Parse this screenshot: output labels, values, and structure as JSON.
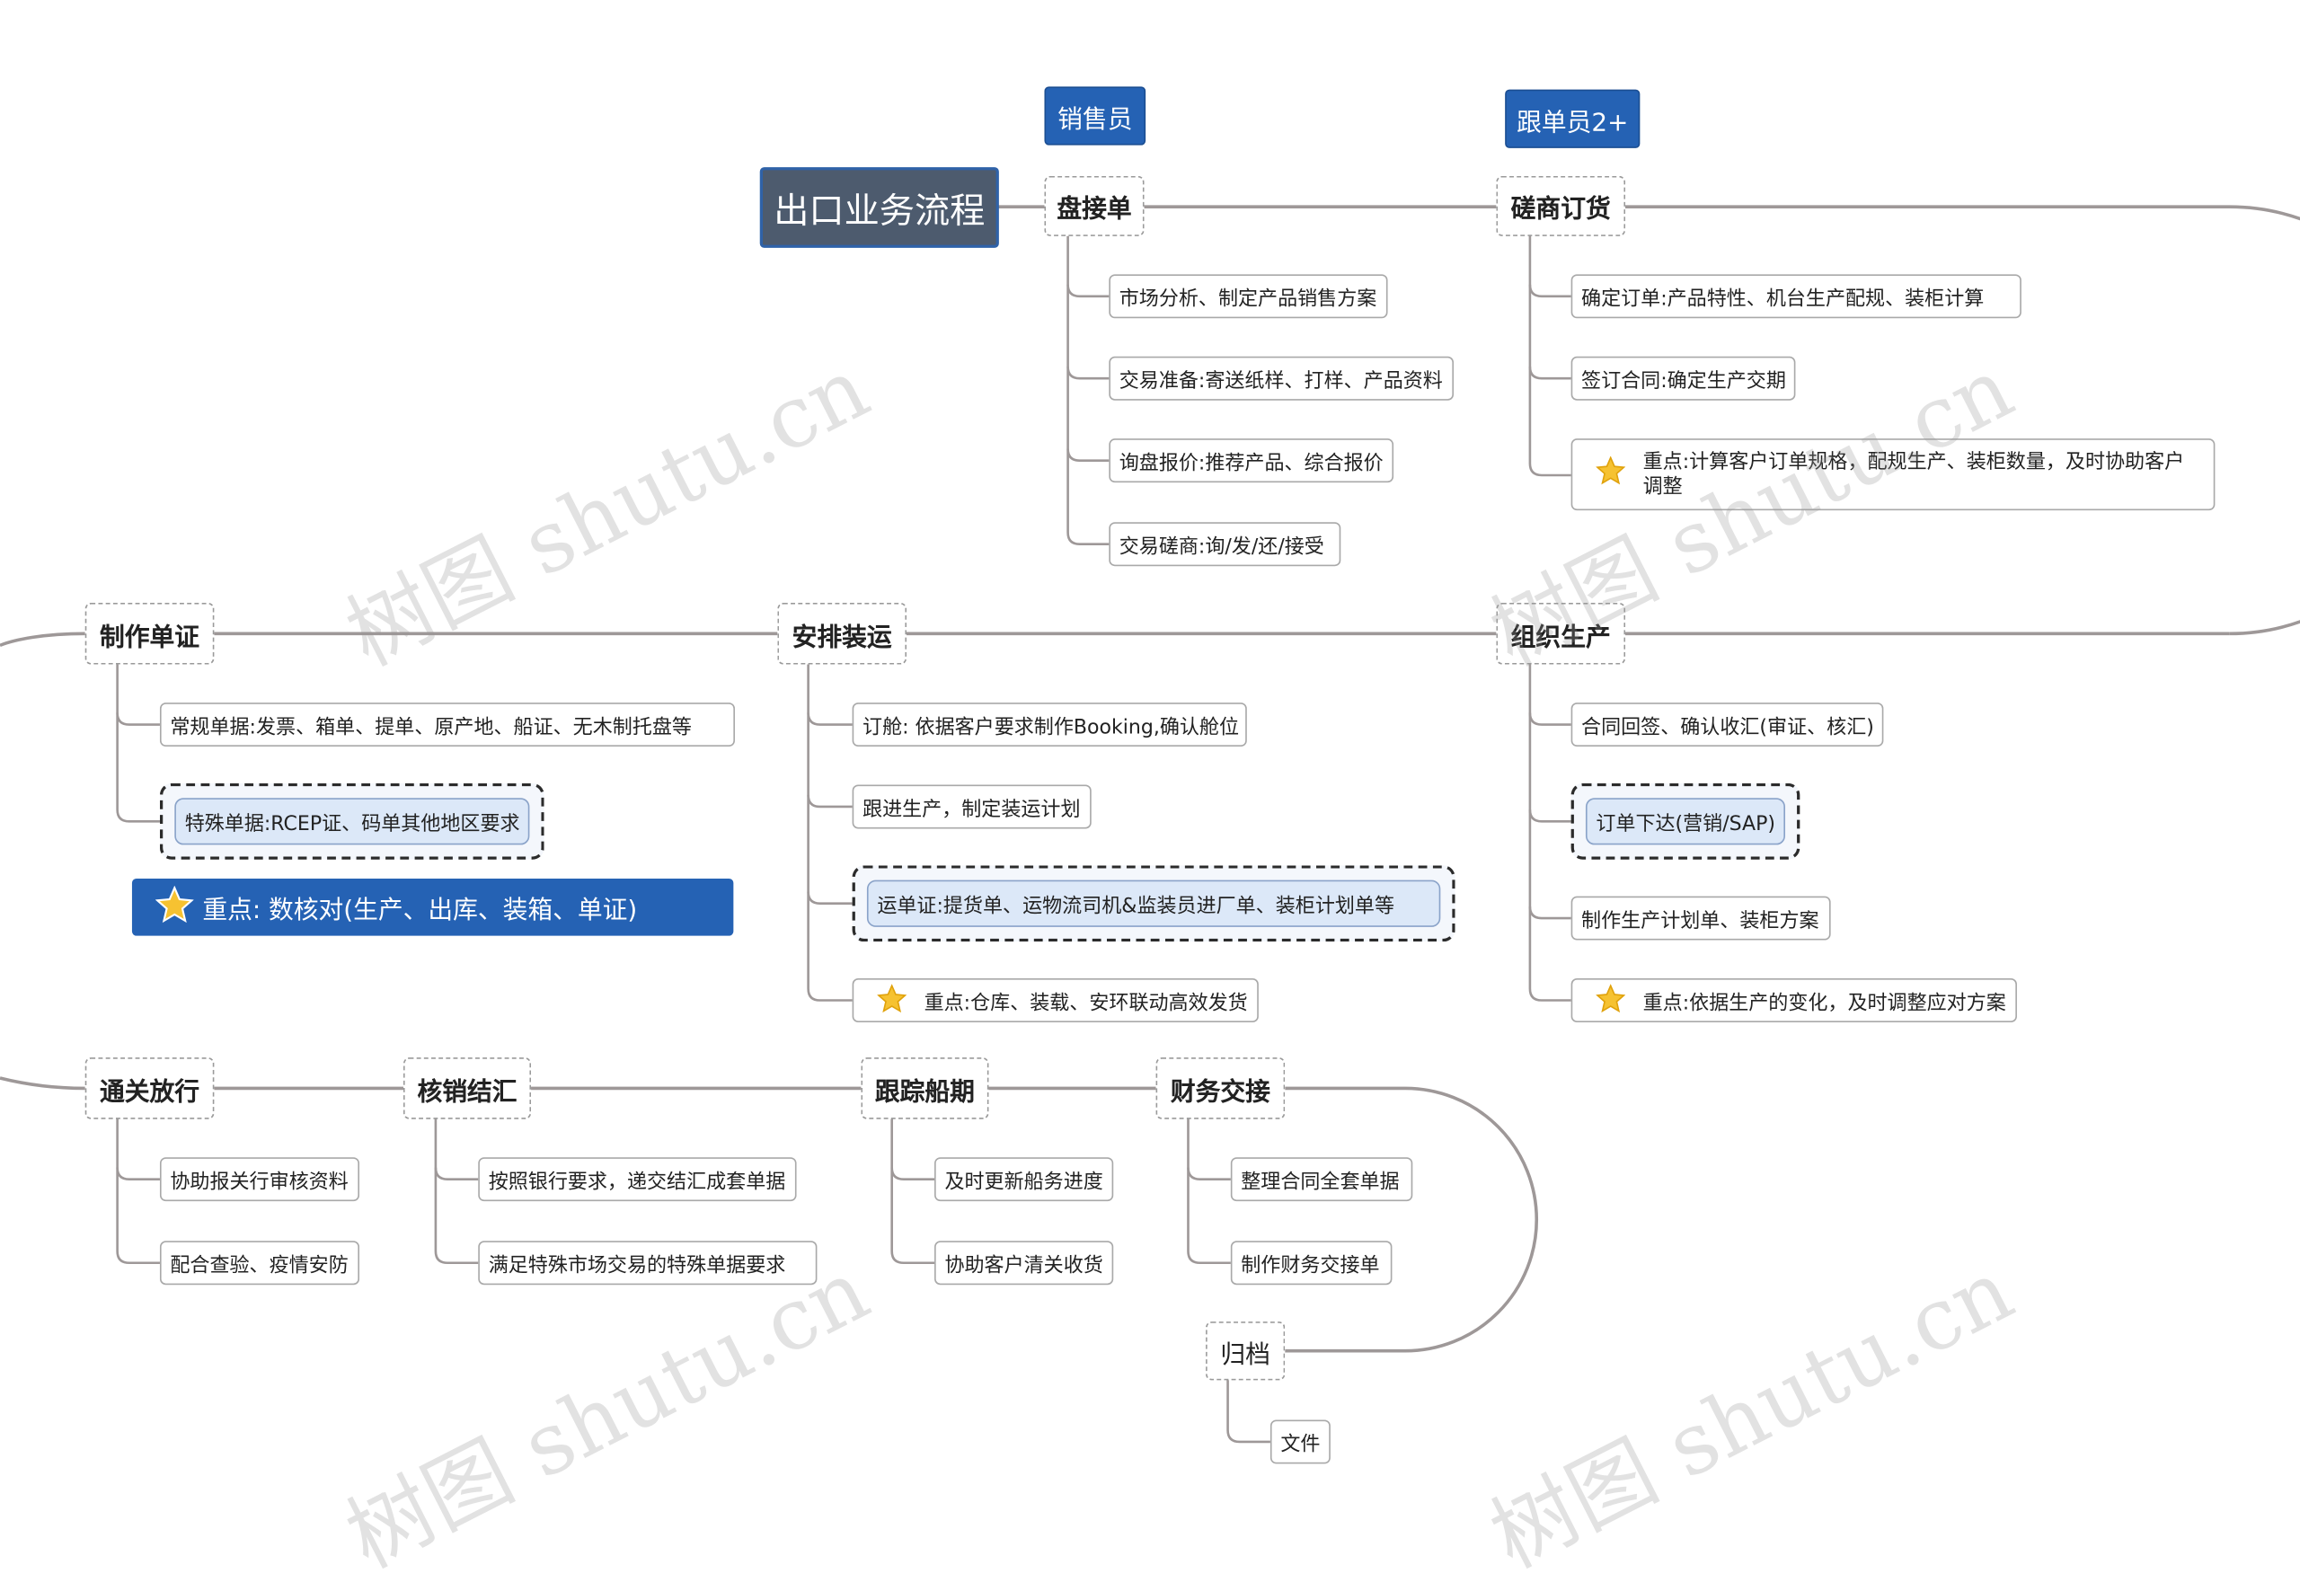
{
  "root": "出口业务流程",
  "roles": {
    "sales": "销售员",
    "follow": "跟单员2+"
  },
  "stages": {
    "s1": {
      "title": "盘接单",
      "items": [
        "市场分析、制定产品销售方案",
        "交易准备:寄送纸样、打样、产品资料",
        "询盘报价:推荐产品、综合报价",
        "交易磋商:询/发/还/接受"
      ]
    },
    "s2": {
      "title": "磋商订货",
      "items": [
        "确定订单:产品特性、机台生产配规、装柜计算",
        "签订合同:确定生产交期"
      ],
      "key": "重点:计算客户订单规格，配规生产、装柜数量，及时协助客户调整"
    },
    "s3": {
      "title": "组织生产",
      "items": [
        "合同回签、确认收汇(审证、核汇)",
        "订单下达(营销/SAP)",
        "制作生产计划单、装柜方案"
      ],
      "key": "重点:依据生产的变化，及时调整应对方案"
    },
    "s4": {
      "title": "安排装运",
      "items": [
        "订舱: 依据客户要求制作Booking,确认舱位",
        "跟进生产，制定装运计划",
        "运单证:提货单、运物流司机&监装员进厂单、装柜计划单等"
      ],
      "key": "重点:仓库、装载、安环联动高效发货"
    },
    "s5": {
      "title": "制作单证",
      "items": [
        "常规单据:发票、箱单、提单、原产地、船证、无木制托盘等",
        "特殊单据:RCEP证、码单其他地区要求"
      ],
      "key": "重点: 数核对(生产、出库、装箱、单证)"
    },
    "s6": {
      "title": "通关放行",
      "items": [
        "协助报关行审核资料",
        "配合查验、疫情安防"
      ]
    },
    "s7": {
      "title": "核销结汇",
      "items": [
        "按照银行要求，递交结汇成套单据",
        "满足特殊市场交易的特殊单据要求"
      ]
    },
    "s8": {
      "title": "跟踪船期",
      "items": [
        "及时更新船务进度",
        "协助客户清关收货"
      ]
    },
    "s9": {
      "title": "财务交接",
      "items": [
        "整理合同全套单据",
        "制作财务交接单"
      ]
    },
    "s10": {
      "title": "归档",
      "items": [
        "文件"
      ]
    }
  },
  "icons": {
    "key_marker": "star-icon"
  },
  "watermark": "树图 shutu.cn",
  "colors": {
    "root_bg": "#4d5b6e",
    "tag_bg": "#2562b4",
    "highlight_bg": "#dce8f8",
    "line": "#9e9898"
  }
}
